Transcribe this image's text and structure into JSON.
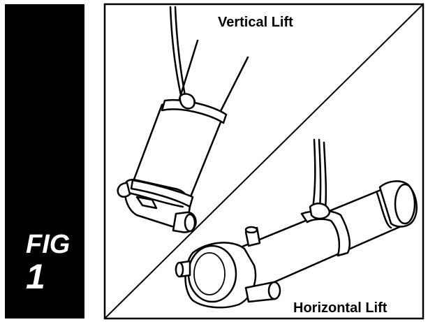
{
  "figure": {
    "word": "FIG",
    "number": "1"
  },
  "captions": {
    "vertical": "Vertical Lift",
    "horizontal": "Horizontal Lift"
  },
  "colors": {
    "ink": "#000000",
    "paper": "#ffffff"
  }
}
